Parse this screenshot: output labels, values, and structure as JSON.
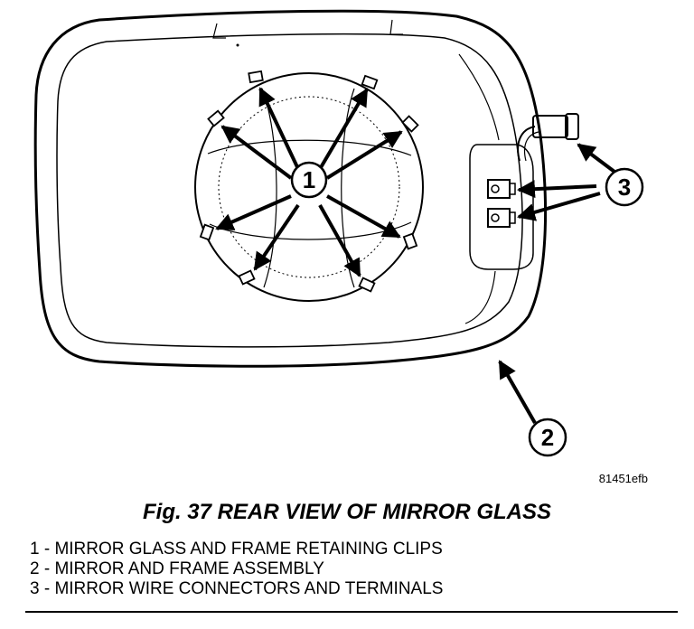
{
  "figure": {
    "callouts": [
      "1",
      "2",
      "3"
    ],
    "image_code": "81451efb",
    "caption": "Fig. 37 REAR VIEW OF MIRROR GLASS"
  },
  "legend": {
    "items": [
      "1 - MIRROR GLASS AND FRAME RETAINING CLIPS",
      "2 - MIRROR AND FRAME ASSEMBLY",
      "3 - MIRROR WIRE CONNECTORS AND TERMINALS"
    ]
  }
}
